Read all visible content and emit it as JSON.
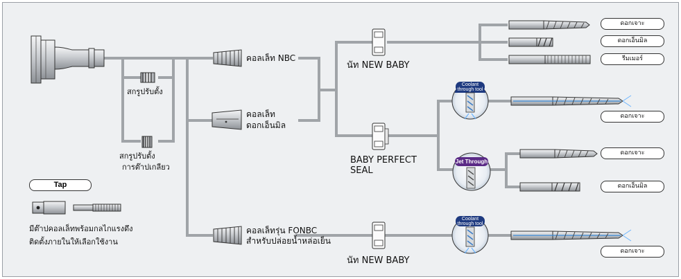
{
  "colors": {
    "line": "#a0a4a8",
    "frame": "#9a9fa5",
    "background": "#eef0f2",
    "coolant": "#1e3a80",
    "badge_text": "#ffffff",
    "jet": "#5a2a86"
  },
  "labels": {
    "adjust_screw": "สกรูปรับตั้ง",
    "adjust_screw_tap_line1": "สกรูปรับตั้ง",
    "adjust_screw_tap_line2": "การต๊าปเกลียว",
    "collet_nbc": "คอลเล็ท NBC",
    "collet_endmill_line1": "คอลเล็ท",
    "collet_endmill_line2": "ดอกเอ็นมิล",
    "collet_fonbc_line1": "คอลเล็ทรุ่น FONBC",
    "collet_fonbc_line2": "สำหรับปล่อยน้ำหล่อเย็น",
    "new_baby_top": "นัท NEW BABY",
    "new_baby_bottom": "นัท NEW BABY",
    "baby_perfect_line1": "BABY PERFECT",
    "baby_perfect_line2": "SEAL",
    "tap_title": "Tap",
    "tap_desc_line1": "มีต๊าปคอลเล็ทพร้อมกลไกแรงดึง",
    "tap_desc_line2": "ติดตั้งภายในให้เลือกใช้งาน"
  },
  "badges": {
    "coolant_line1": "Coolant",
    "coolant_line2": "through tool",
    "jet_through": "Jet Through"
  },
  "tools": [
    {
      "name": "drill-1",
      "label": "ดอกเจาะ"
    },
    {
      "name": "endmill-1",
      "label": "ดอกเอ็นมิล"
    },
    {
      "name": "reamer",
      "label": "รีมเมอร์"
    },
    {
      "name": "coolant-drill-1",
      "label": "ดอกเจาะ"
    },
    {
      "name": "drill-2",
      "label": "ดอกเจาะ"
    },
    {
      "name": "endmill-2",
      "label": "ดอกเอ็นมิล"
    },
    {
      "name": "coolant-drill-2",
      "label": "ดอกเจาะ"
    }
  ]
}
